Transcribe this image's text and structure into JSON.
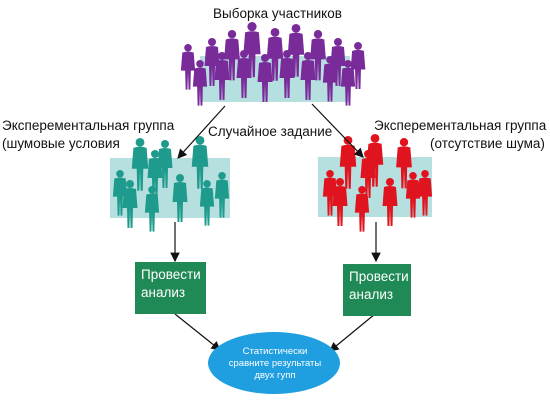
{
  "title": "Выборка участников",
  "assignment_label": "Случайное задание",
  "group_noise": {
    "title": "Эксперементальная группа",
    "subtitle": "(шумовые условия",
    "action": "Провести анализ",
    "color": "#1e9b8c",
    "box_color": "#1f8a55"
  },
  "group_quiet": {
    "title": "Эксперементальная группа",
    "subtitle": "(отсутствие шума)",
    "action": "Провести анализ",
    "color": "#e0141e",
    "box_color": "#1f8a55"
  },
  "participants_color": "#7a2b9a",
  "oval": {
    "text": "Статистически сравните результаты двух гупп",
    "color": "#1f9ee0"
  }
}
